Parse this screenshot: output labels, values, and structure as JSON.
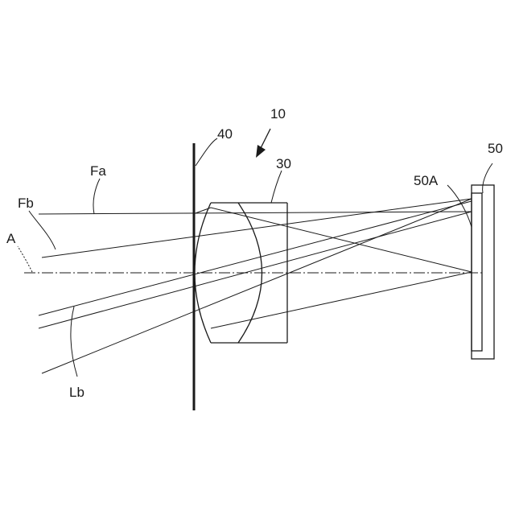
{
  "labels": {
    "system": "10",
    "aperture": "40",
    "lens": "30",
    "sensor": "50",
    "sensor_surface": "50A",
    "ray_fa": "Fa",
    "ray_fb": "Fb",
    "axis": "A",
    "ray_lb": "Lb"
  },
  "colors": {
    "stroke": "#1a1a1a",
    "background": "#ffffff"
  }
}
